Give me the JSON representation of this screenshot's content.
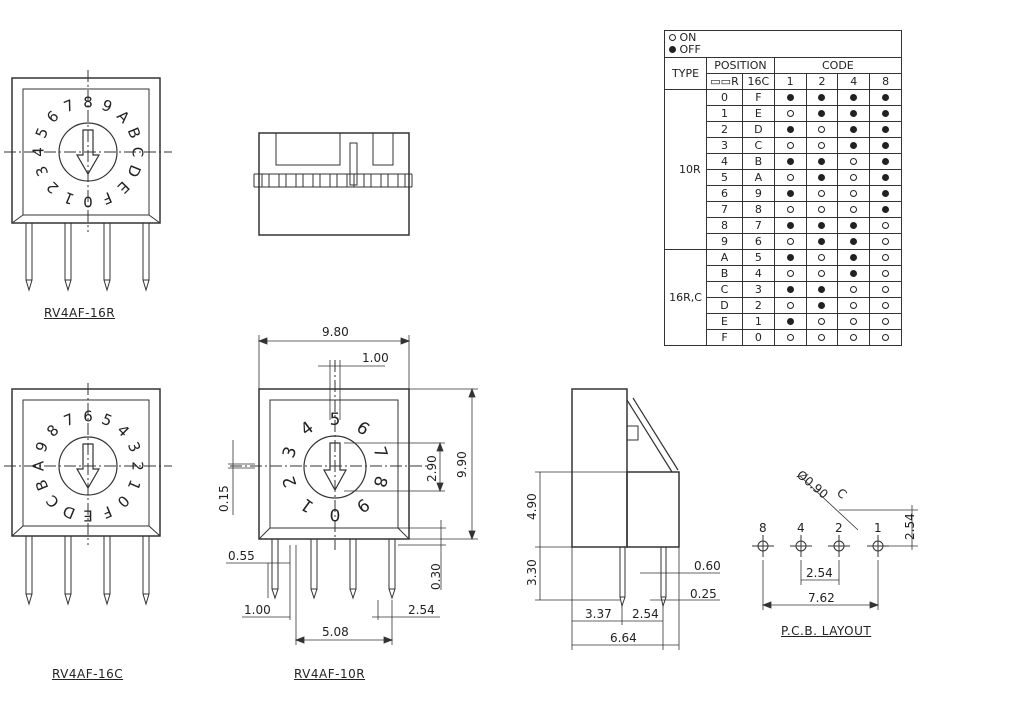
{
  "labels": {
    "sw1": "RV4AF-16R",
    "sw3": "RV4AF-16C",
    "sw4": "RV4AF-10R",
    "pcb": "P.C.B. LAYOUT"
  },
  "sw1_digits": [
    "4",
    "5",
    "6",
    "7",
    "8",
    "9",
    "A",
    "B",
    "C",
    "D",
    "E",
    "F",
    "0",
    "1",
    "2",
    "3"
  ],
  "sw3_digits": [
    "6",
    "5",
    "4",
    "3",
    "2",
    "1",
    "0",
    "F",
    "E",
    "D",
    "C",
    "B",
    "A",
    "9",
    "8",
    "7"
  ],
  "sw4_digits": [
    "5",
    "6",
    "7",
    "8",
    "9",
    "0",
    "1",
    "2",
    "3",
    "4"
  ],
  "dims_front": {
    "w": "9.80",
    "slot": "1.00",
    "arrow": "2.90",
    "h": "9.90",
    "off": "0.15",
    "pin": "0.55",
    "tail": "0.30",
    "p1": "1.00",
    "p2": "5.08",
    "p3": "2.54"
  },
  "dims_side": {
    "h1": "4.90",
    "h2": "3.30",
    "t1": "0.60",
    "t2": "0.25",
    "w1": "3.37",
    "w2": "2.54",
    "w3": "6.64"
  },
  "dims_pcb": {
    "hole": "Ø0.90",
    "c": "C",
    "pitch": "2.54",
    "span": "7.62",
    "v": "2.54",
    "pins": [
      "8",
      "4",
      "2",
      "1"
    ]
  },
  "code_table": {
    "legend_on": "ON",
    "legend_off": "OFF",
    "h_type": "TYPE",
    "h_position": "POSITION",
    "h_code": "CODE",
    "h_r": "R",
    "h_16c": "16C",
    "bits": [
      "1",
      "2",
      "4",
      "8"
    ],
    "type_10r": "10R",
    "type_16": "16R,C",
    "rows": [
      {
        "r": "0",
        "c": "F",
        "v": [
          "off",
          "off",
          "off",
          "off"
        ]
      },
      {
        "r": "1",
        "c": "E",
        "v": [
          "on",
          "off",
          "off",
          "off"
        ]
      },
      {
        "r": "2",
        "c": "D",
        "v": [
          "off",
          "on",
          "off",
          "off"
        ]
      },
      {
        "r": "3",
        "c": "C",
        "v": [
          "on",
          "on",
          "off",
          "off"
        ]
      },
      {
        "r": "4",
        "c": "B",
        "v": [
          "off",
          "off",
          "on",
          "off"
        ]
      },
      {
        "r": "5",
        "c": "A",
        "v": [
          "on",
          "off",
          "on",
          "off"
        ]
      },
      {
        "r": "6",
        "c": "9",
        "v": [
          "off",
          "on",
          "on",
          "off"
        ]
      },
      {
        "r": "7",
        "c": "8",
        "v": [
          "on",
          "on",
          "on",
          "off"
        ]
      },
      {
        "r": "8",
        "c": "7",
        "v": [
          "off",
          "off",
          "off",
          "on"
        ]
      },
      {
        "r": "9",
        "c": "6",
        "v": [
          "on",
          "off",
          "off",
          "on"
        ]
      },
      {
        "r": "A",
        "c": "5",
        "v": [
          "off",
          "on",
          "off",
          "on"
        ]
      },
      {
        "r": "B",
        "c": "4",
        "v": [
          "on",
          "on",
          "off",
          "on"
        ]
      },
      {
        "r": "C",
        "c": "3",
        "v": [
          "off",
          "off",
          "on",
          "on"
        ]
      },
      {
        "r": "D",
        "c": "2",
        "v": [
          "on",
          "off",
          "on",
          "on"
        ]
      },
      {
        "r": "E",
        "c": "1",
        "v": [
          "off",
          "on",
          "on",
          "on"
        ]
      },
      {
        "r": "F",
        "c": "0",
        "v": [
          "on",
          "on",
          "on",
          "on"
        ]
      }
    ]
  }
}
